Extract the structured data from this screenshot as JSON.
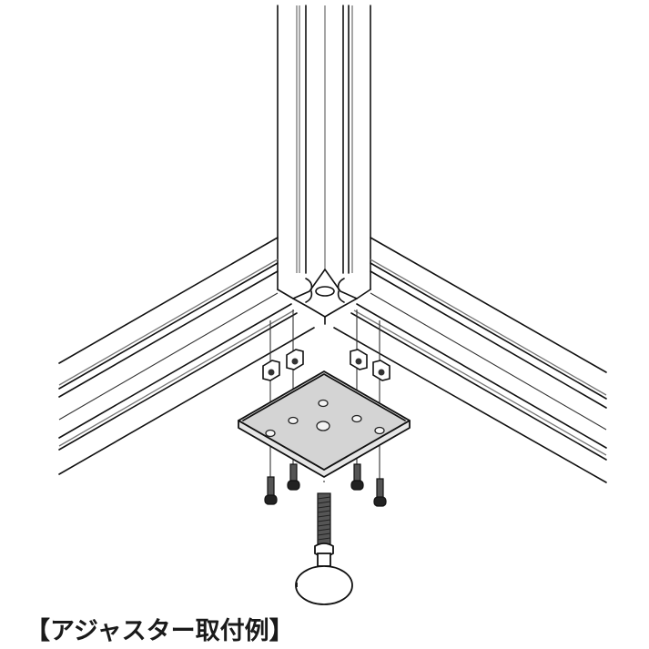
{
  "figure": {
    "caption": "【アジャスター取付例】",
    "description": "Exploded isometric assembly: adjuster foot mounted to the corner of aluminum extrusion frame via base plate, four T-nuts and four socket-head bolts",
    "components": {
      "vertical_extrusion": "vertical-profile",
      "horizontal_extrusions": [
        "left-horizontal-profile",
        "right-horizontal-profile"
      ],
      "t_nuts": 4,
      "base_plate": {
        "fill_color": "#d4d4d4",
        "holes": 6
      },
      "bolts": 4,
      "adjuster_foot": "leveling-foot"
    }
  }
}
